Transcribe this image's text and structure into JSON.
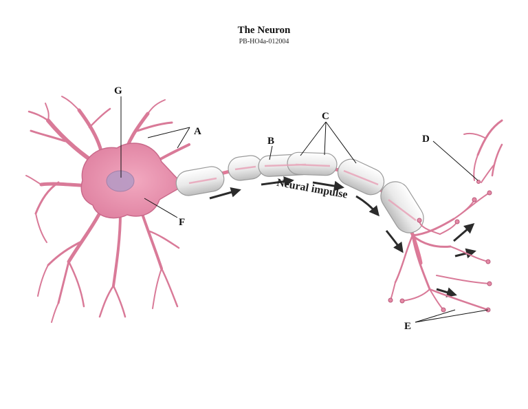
{
  "title": "The Neuron",
  "subtitle": "PB-HO4a-012004",
  "labels": {
    "a": "A",
    "b": "B",
    "c": "C",
    "d": "D",
    "e": "E",
    "f": "F",
    "g": "G"
  },
  "impulse_text": "Neural impulse",
  "colors": {
    "cell_body": "#e58aa6",
    "dendrite": "#d97a98",
    "myelin": "#eeeeee",
    "axon": "#e07a98",
    "nucleus": "#b79ac4",
    "arrow": "#2b2b2b"
  }
}
